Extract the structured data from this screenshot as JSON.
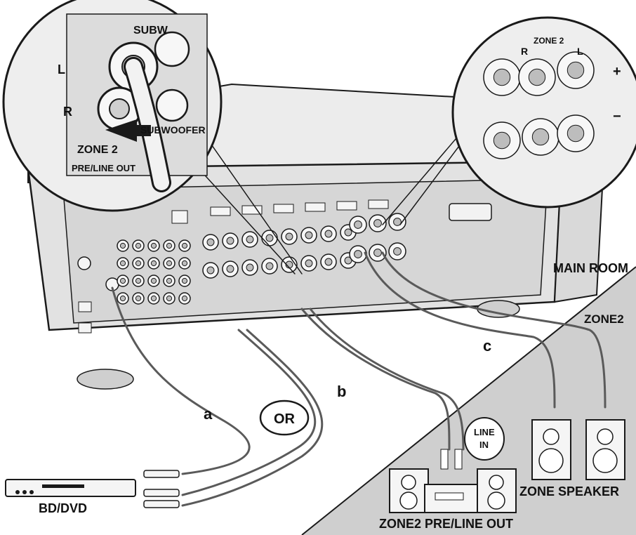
{
  "labels": {
    "main_room": "MAIN ROOM",
    "zone2": "ZONE2",
    "zone_speaker": "ZONE SPEAKER",
    "zone2_pre_line_out": "ZONE2 PRE/LINE OUT",
    "bd_dvd": "BD/DVD",
    "or": "OR",
    "line_in_1": "LINE",
    "line_in_2": "IN",
    "callout_a": "a",
    "callout_b": "b",
    "callout_c": "c"
  },
  "zoom_left": {
    "l": "L",
    "r": "R",
    "zone2": "ZONE 2",
    "subw_top": "SUBW",
    "subw_bottom": "SUBWOOFER",
    "pre_line_out": "PRE/LINE OUT"
  },
  "zoom_right": {
    "r": "R",
    "zone2": "ZONE 2",
    "l": "L",
    "plus": "+",
    "minus": "−"
  },
  "colors": {
    "outline": "#1a1a1a",
    "body_fill": "#ececec",
    "panel_fill": "#d6d6d6",
    "zone2_floor": "#cfcfcf",
    "cable": "#5a5a5a"
  }
}
